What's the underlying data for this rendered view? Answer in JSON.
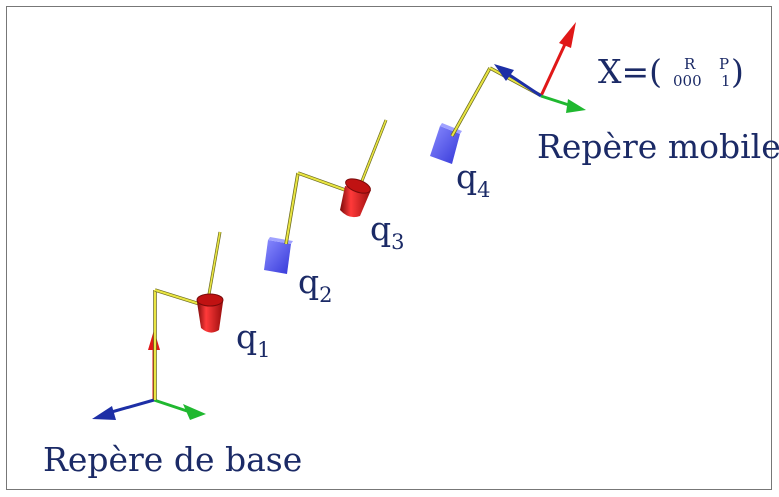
{
  "labels": {
    "base_frame": "Repère de base",
    "mobile_frame": "Repère mobile",
    "transform_prefix": "X=(",
    "transform_suffix": ")",
    "matrix": {
      "r": "R",
      "p": "P",
      "zeros": "000",
      "one": "1"
    }
  },
  "joints": [
    {
      "symbol": "q",
      "index": "1",
      "type": "revolute",
      "color": "#e01818"
    },
    {
      "symbol": "q",
      "index": "2",
      "type": "prismatic",
      "color": "#4a4cf2"
    },
    {
      "symbol": "q",
      "index": "3",
      "type": "revolute",
      "color": "#e01818"
    },
    {
      "symbol": "q",
      "index": "4",
      "type": "prismatic",
      "color": "#4a4cf2"
    }
  ],
  "colors": {
    "link": "#e9e542",
    "link_edge": "#6b6a20",
    "axis_x": "#e01818",
    "axis_y": "#20b830",
    "axis_z": "#1d2fa6",
    "text": "#1b2a66",
    "border": "#777777"
  }
}
